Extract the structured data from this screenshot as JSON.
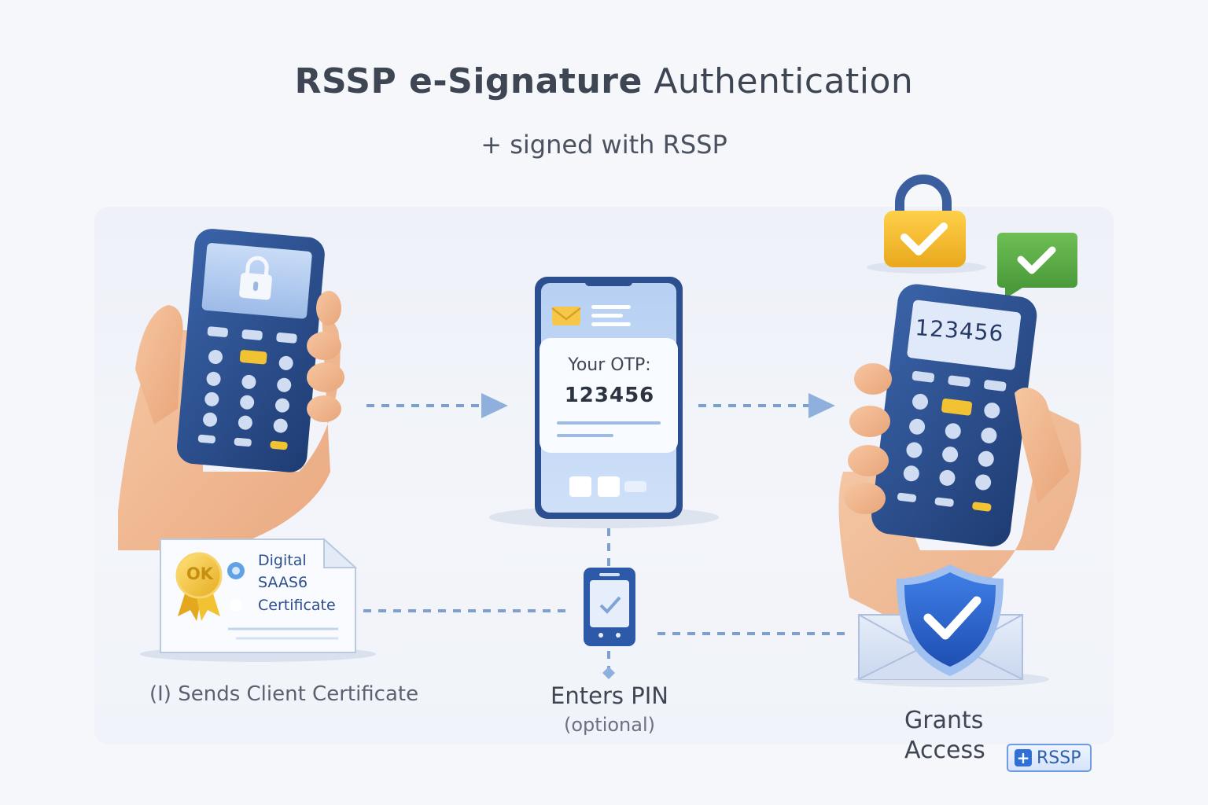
{
  "header": {
    "title_bold": "RSSP e-Signature",
    "title_light": "Authentication",
    "subtitle": "+ signed with RSSP"
  },
  "certificate": {
    "seal_text": "OK",
    "line1": "Digital",
    "line2": "SAAS6",
    "line3": "Certificate"
  },
  "otp_phone": {
    "label": "Your OTP:",
    "code": "123456"
  },
  "token_device": {
    "screen_code": "123456"
  },
  "steps": {
    "step1": "(I) Sends Client Certificate",
    "step2": "Enters PIN",
    "step2_note": "(optional)",
    "step3_line1": "Grants",
    "step3_line2": "Access"
  },
  "badge": {
    "plus": "+",
    "text": "RSSP"
  },
  "icons": [
    "lock-icon",
    "mail-icon",
    "checkmark-icon",
    "shield-check-icon",
    "padlock-check-icon",
    "badge-check-icon",
    "seal-ribbon-icon",
    "arrow-right-icon"
  ],
  "colors": {
    "device_blue": "#2c4f8f",
    "screen_blue": "#a9c6ef",
    "accent_yellow": "#f1c232",
    "green": "#5aa64a",
    "dash_blue": "#7f9fcf",
    "skin": "#f2b890"
  }
}
